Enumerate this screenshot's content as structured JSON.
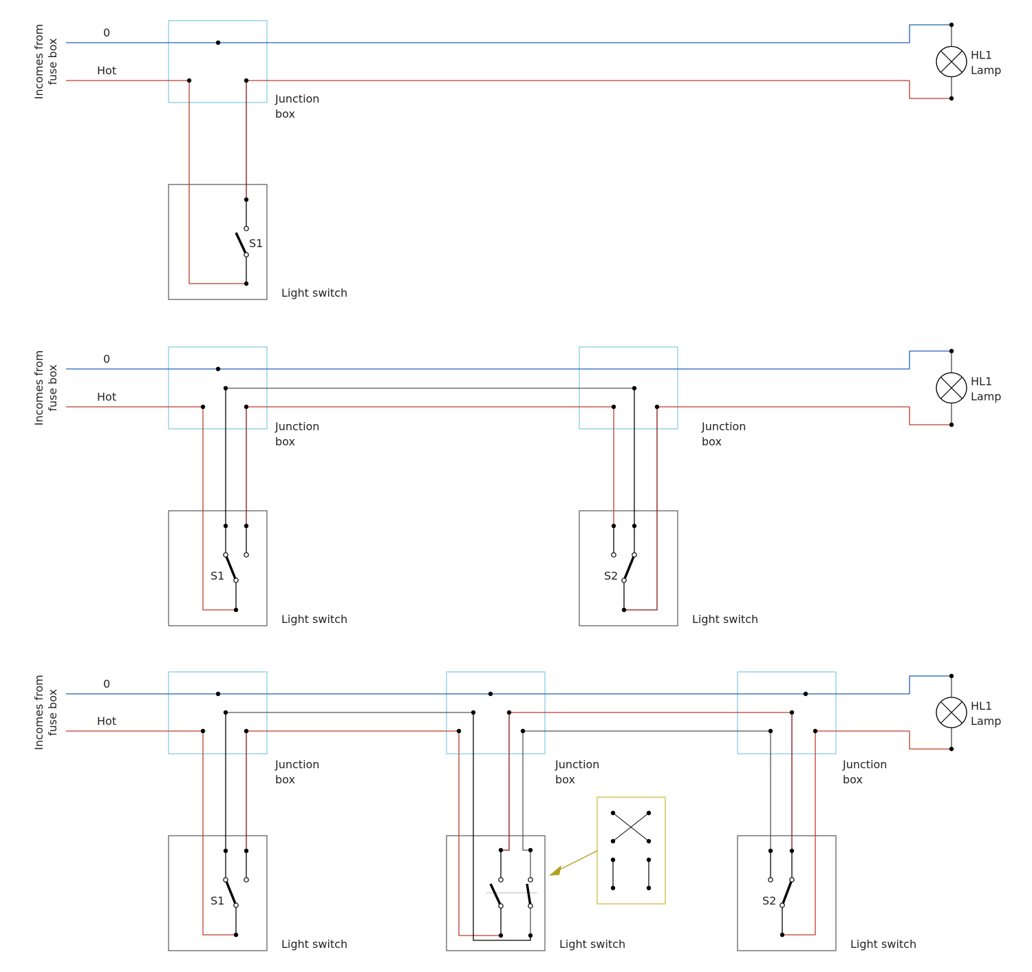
{
  "colors": {
    "neutral": "#1f5fb8",
    "hot": "#c0392b",
    "hot_dark": "#8b1010",
    "traveler": "#555555",
    "conductor": "#000000",
    "junction_box": "#7ec8e3",
    "switch_box": "#555555",
    "legend_box": "#c8b830",
    "legend_arrow": "#b0a020"
  },
  "labels": {
    "supply": [
      "Incomes from",
      "fuse box"
    ],
    "neutral": "0",
    "hot": "Hot",
    "junction_box": [
      "Junction",
      "box"
    ],
    "light_switch": "Light switch",
    "lamp_id": "HL1",
    "lamp_name": "Lamp"
  },
  "diagrams": [
    {
      "name": "one-way-switching",
      "switches": [
        "S1"
      ]
    },
    {
      "name": "two-way-switching",
      "switches": [
        "S1",
        "S2"
      ]
    },
    {
      "name": "intermediate-switching",
      "switches": [
        "S1",
        "",
        "S2"
      ]
    }
  ]
}
